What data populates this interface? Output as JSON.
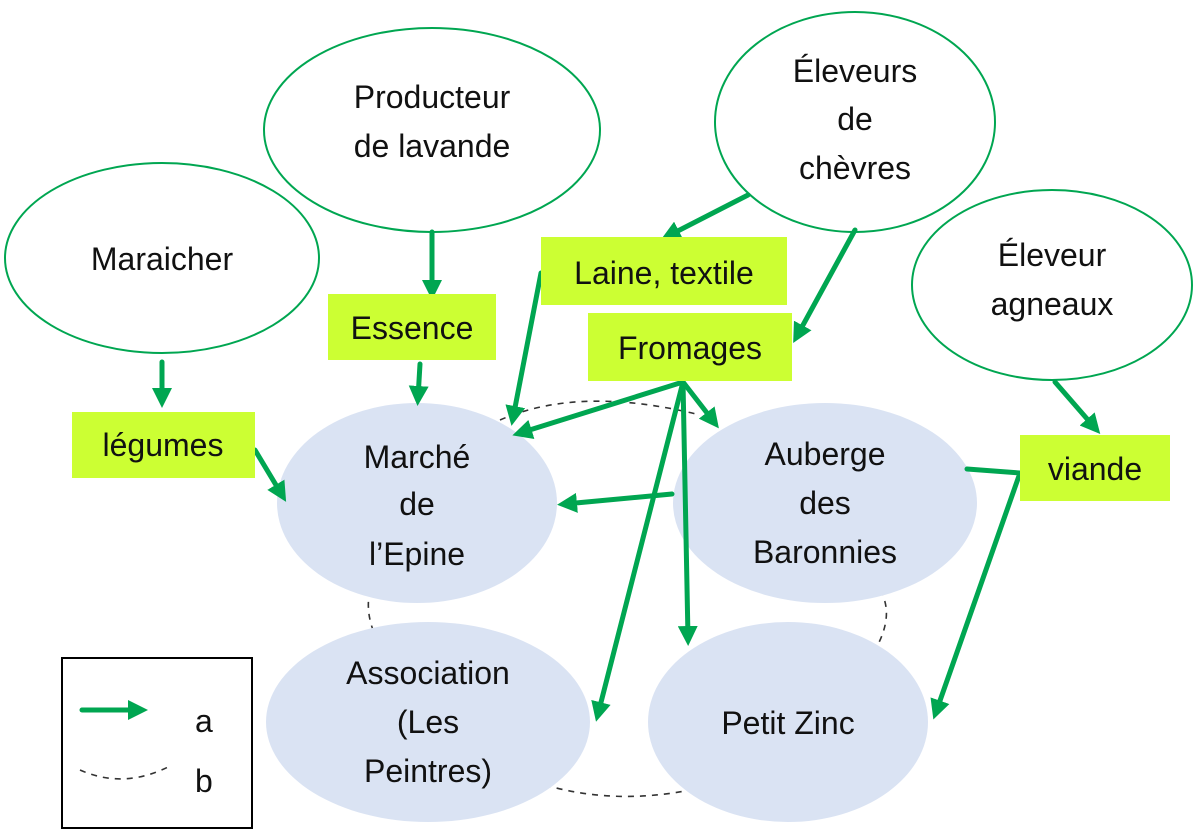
{
  "producers": {
    "maraicher": "Maraicher",
    "lavande": [
      "Producteur",
      "de lavande"
    ],
    "chevres": [
      "Éleveurs",
      "de",
      "chèvres"
    ],
    "agneaux": [
      "Éleveur",
      "agneaux"
    ]
  },
  "products": {
    "legumes": "légumes",
    "essence": "Essence",
    "laine": "Laine, textile",
    "fromages": "Fromages",
    "viande": "viande"
  },
  "places": {
    "marche": [
      "Marché",
      "de",
      "l’Epine"
    ],
    "auberge": [
      "Auberge",
      "des",
      "Baronnies"
    ],
    "association": [
      "Association",
      "(Les",
      "Peintres)"
    ],
    "petitzinc": "Petit Zinc"
  },
  "legend": {
    "a": "a",
    "b": "b"
  },
  "colors": {
    "arrow": "#00a651",
    "product_fill": "#ccff33",
    "place_fill": "#dae3f3",
    "producer_stroke": "#00a651"
  }
}
